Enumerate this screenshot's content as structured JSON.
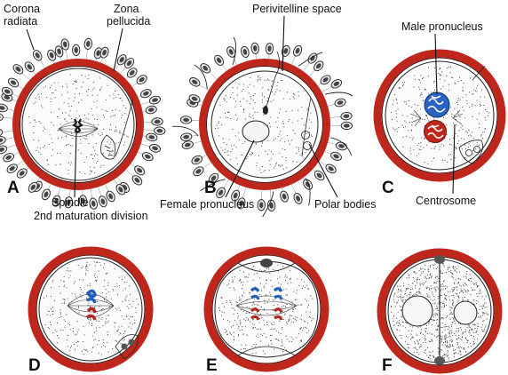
{
  "labels": {
    "corona_radiata": "Corona\nradiata",
    "zona_pellucida": "Zona\npellucida",
    "spindle": "Spindle,\n2nd maturation division",
    "perivitelline_space": "Perivitelline space",
    "female_pronucleus": "Female pronucleus",
    "polar_bodies": "Polar bodies",
    "male_pronucleus": "Male pronucleus",
    "centrosome": "Centrosome"
  },
  "panels": [
    "A",
    "B",
    "C",
    "D",
    "E",
    "F"
  ],
  "colors": {
    "zona": "#c0271c",
    "male_chromatin": "#1f5fbf",
    "female_chromatin": "#b3261e",
    "outline": "#222222"
  }
}
